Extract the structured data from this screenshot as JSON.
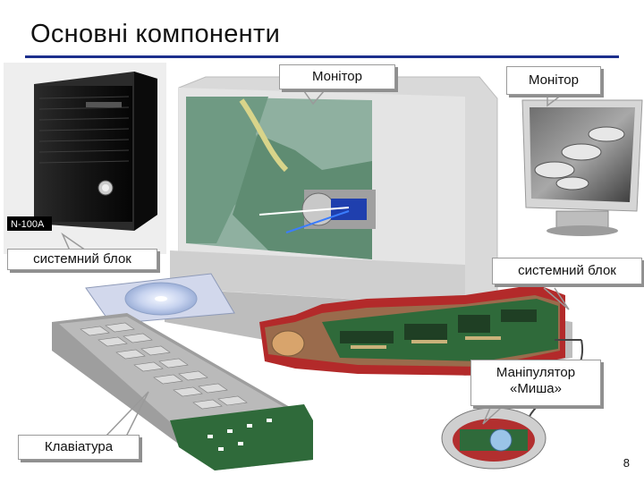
{
  "slide": {
    "title": "Основні компоненти",
    "page_number": "8"
  },
  "callouts": {
    "monitor_crt": "Монітор",
    "monitor_lcd": "Монітор",
    "system_unit_left": "системний блок",
    "system_unit_right": "системний блок",
    "mouse_line1": "Маніпулятор",
    "mouse_line2": "«Миша»",
    "keyboard": "Клавіатура"
  },
  "labels": {
    "case_model": "N-100A"
  },
  "colors": {
    "title_rule": "#1c2f8c",
    "pcb_green": "#2f6a3a",
    "case_black": "#1a1a1a",
    "monitor_beige": "#dcdcdc",
    "screen_green": "#6f9a83"
  }
}
